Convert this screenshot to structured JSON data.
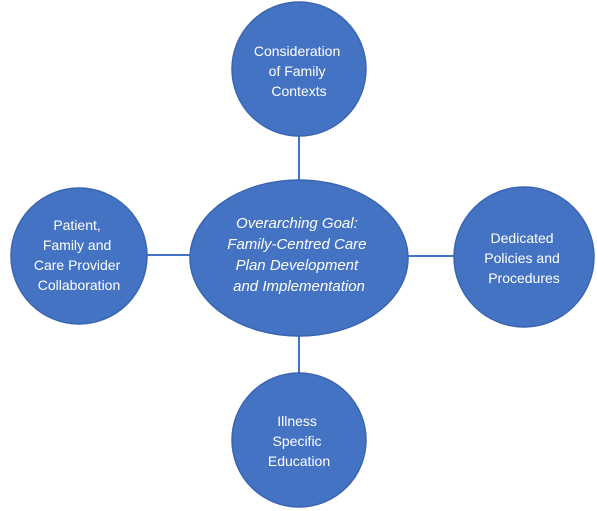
{
  "colors": {
    "node_fill": "#4473C4",
    "node_stroke": "#3A65B0",
    "connector": "#4472C4",
    "text": "#FFFFFF",
    "background": "#FFFFFF"
  },
  "center": {
    "lines": [
      "Overarching Goal:",
      "Family-Centred Care",
      "Plan Development",
      "and Implementation"
    ]
  },
  "nodes": {
    "top": {
      "lines": [
        "Consideration",
        "of Family",
        "Contexts"
      ]
    },
    "left": {
      "lines": [
        "Patient,",
        "Family and",
        "Care Provider",
        "Collaboration"
      ]
    },
    "right": {
      "lines": [
        "Dedicated",
        "Policies and",
        "Procedures"
      ]
    },
    "bottom": {
      "lines": [
        "Illness",
        "Specific",
        "Education"
      ]
    }
  }
}
